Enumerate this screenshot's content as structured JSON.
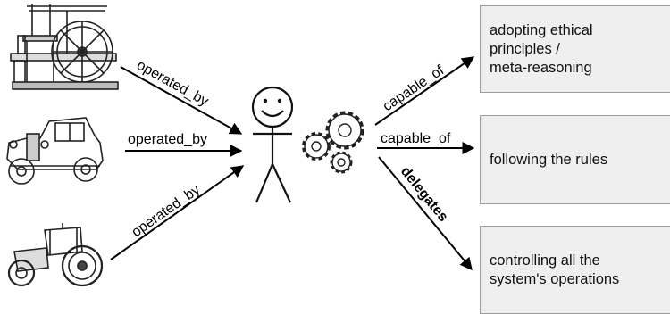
{
  "edges": {
    "operated_by_top": "operated_by",
    "operated_by_middle": "operated_by",
    "operated_by_bottom": "operated_by",
    "capable_of_top": "capable_of",
    "capable_of_middle": "capable_of",
    "delegates": "delegates"
  },
  "boxes": {
    "ethics": "adopting ethical\nprinciples /\nmeta-reasoning",
    "rules": "following the rules",
    "operations": "controlling all the\nsystem's operations"
  },
  "icons": {
    "steam_engine": "steam-engine-icon",
    "vintage_car": "vintage-car-icon",
    "tractor": "tractor-icon",
    "person": "stick-figure-icon",
    "gears": "gears-icon"
  }
}
